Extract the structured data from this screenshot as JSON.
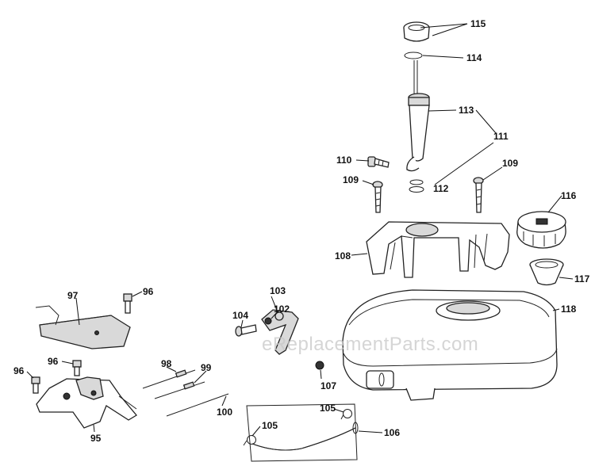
{
  "watermark": "eReplacementParts.com",
  "callouts": {
    "c115": "115",
    "c114": "114",
    "c113": "113",
    "c111": "111",
    "c110": "110",
    "c112": "112",
    "c109a": "109",
    "c109b": "109",
    "c116": "116",
    "c108": "108",
    "c117": "117",
    "c118": "118",
    "c97": "97",
    "c96a": "96",
    "c96b": "96",
    "c96c": "96",
    "c103": "103",
    "c102": "102",
    "c104": "104",
    "c98": "98",
    "c99": "99",
    "c100": "100",
    "c107": "107",
    "c95": "95",
    "c105a": "105",
    "c105b": "105",
    "c106": "106"
  }
}
